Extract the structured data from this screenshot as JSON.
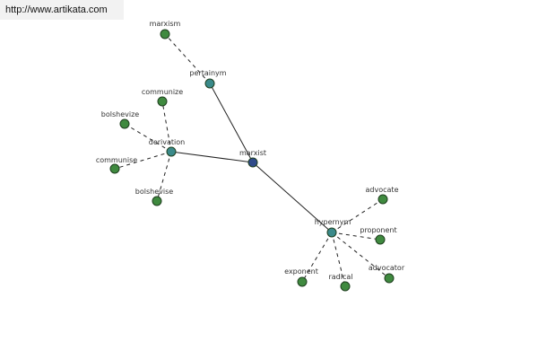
{
  "watermark": "http://www.artikata.com",
  "colors": {
    "center_node": "#2f4a8a",
    "hub_node": "#3a8a8a",
    "leaf_node": "#3f8a3f",
    "node_stroke": "#1f3f1f",
    "edge": "#222222"
  },
  "graph": {
    "center": {
      "id": "marxist",
      "label": "marxist"
    },
    "hubs": [
      {
        "id": "pertainym",
        "label": "pertainym"
      },
      {
        "id": "derivation",
        "label": "derivation"
      },
      {
        "id": "hypernym",
        "label": "hypernym"
      }
    ],
    "leaves": [
      {
        "id": "marxism",
        "label": "marxism",
        "parent": "pertainym"
      },
      {
        "id": "communize",
        "label": "communize",
        "parent": "derivation"
      },
      {
        "id": "bolshevize",
        "label": "bolshevize",
        "parent": "derivation"
      },
      {
        "id": "communise",
        "label": "communise",
        "parent": "derivation"
      },
      {
        "id": "bolshevise",
        "label": "bolshevise",
        "parent": "derivation"
      },
      {
        "id": "advocate",
        "label": "advocate",
        "parent": "hypernym"
      },
      {
        "id": "proponent",
        "label": "proponent",
        "parent": "hypernym"
      },
      {
        "id": "advocator",
        "label": "advocator",
        "parent": "hypernym"
      },
      {
        "id": "radical",
        "label": "radical",
        "parent": "hypernym"
      },
      {
        "id": "exponent",
        "label": "exponent",
        "parent": "hypernym"
      }
    ]
  }
}
